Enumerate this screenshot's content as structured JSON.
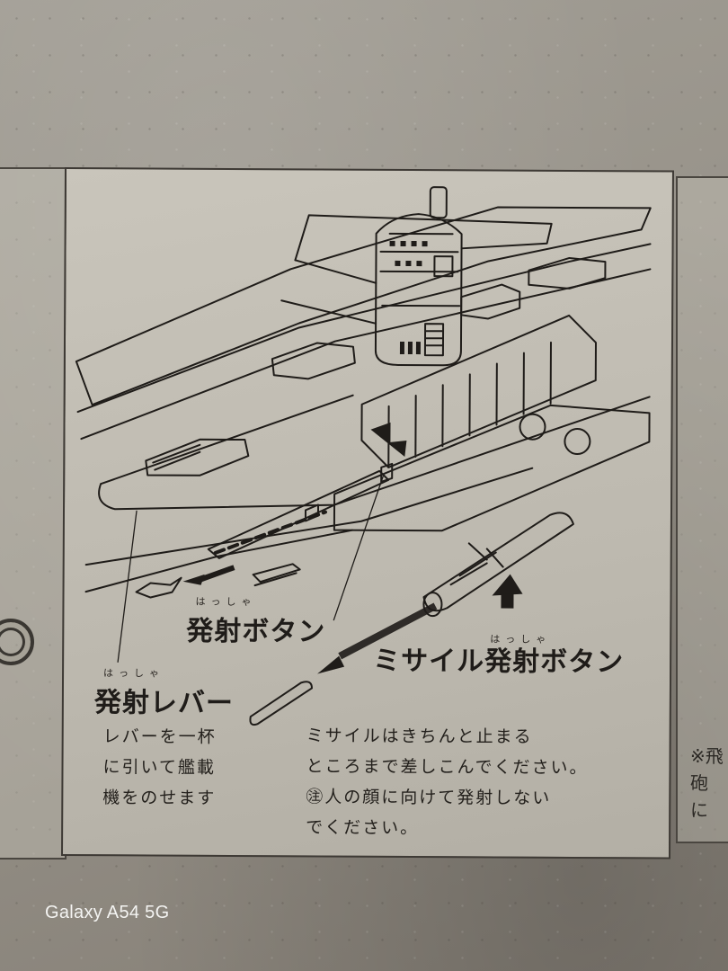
{
  "labels": {
    "launch_button": "発射ボタン",
    "launch_button_furigana": "はっしゃ",
    "missile_launch_button": "ミサイル発射ボタン",
    "missile_launch_button_furigana": "はっしゃ",
    "launch_lever": "発射レバー",
    "launch_lever_furigana": "はっしゃ"
  },
  "instructions": {
    "lever_text": "レバーを一杯\nに引いて艦載\n機をのせます",
    "missile_text": "ミサイルはきちんと止まる\nところまで差しこんでください。\n㊟人の顔に向けて発射しない\nでください。"
  },
  "right_panel_note": "※飛\n砲\nに",
  "watermark": "Galaxy A54 5G",
  "colors": {
    "ink": "#1f1c19",
    "panel_paper": "#c4c0b6",
    "cardboard": "#9a968c"
  }
}
